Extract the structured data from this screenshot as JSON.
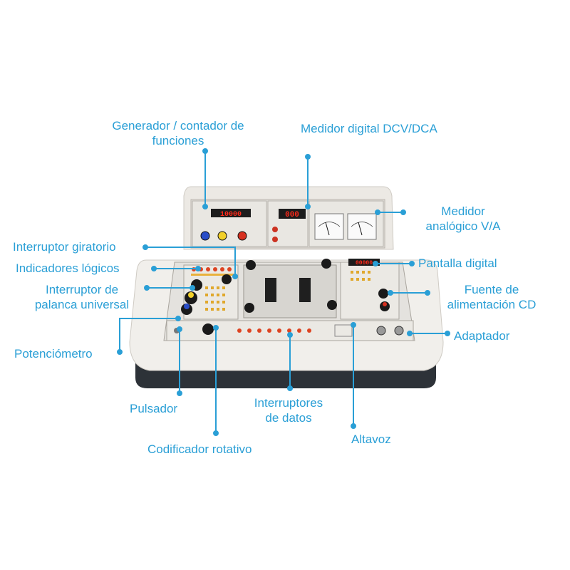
{
  "colors": {
    "label_text": "#2a9fd6",
    "leader_line": "#2a9fd6",
    "chassis": "#f0eeea",
    "base": "#2d3238",
    "panel": "#e7e5e1",
    "led_display": "#ff2a1a",
    "display_bg": "#1c1c1c"
  },
  "callouts": {
    "function_generator": "Generador / contador de funciones",
    "function_generator_line1": "Generador / contador de",
    "function_generator_line2": "funciones",
    "digital_meter": "Medidor digital DCV/DCA",
    "analog_meter_line1": "Medidor",
    "analog_meter_line2": "analógico V/A",
    "rotary_switch": "Interruptor giratorio",
    "logic_indicators": "Indicadores lógicos",
    "toggle_line1": "Interruptor de",
    "toggle_line2": "palanca universal",
    "potentiometer": "Potenciómetro",
    "push_button": "Pulsador",
    "rotary_encoder": "Codificador rotativo",
    "data_switches_line1": "Interruptores",
    "data_switches_line2": "de datos",
    "speaker": "Altavoz",
    "digital_display": "Pantalla digital",
    "dc_supply_line1": "Fuente de",
    "dc_supply_line2": "alimentación CD",
    "adapter": "Adaptador"
  },
  "device": {
    "generator_readout": "10000",
    "meter_readout": "000",
    "digital_display_readout": "00000"
  }
}
